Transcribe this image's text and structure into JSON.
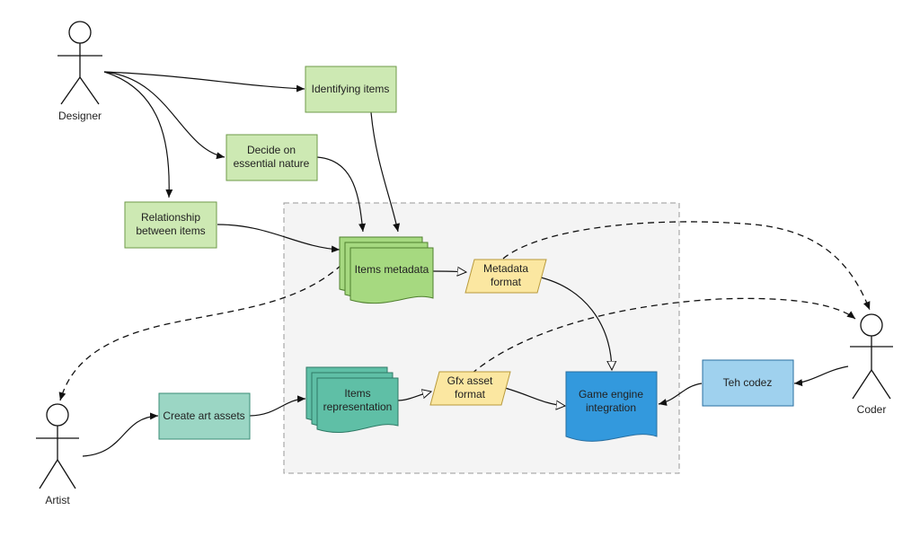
{
  "actors": {
    "designer": "Designer",
    "artist": "Artist",
    "coder": "Coder"
  },
  "boxes": {
    "identifying_items": [
      "Identifying items"
    ],
    "decide_nature": [
      "Decide on",
      "essential nature"
    ],
    "relationship": [
      "Relationship",
      "between items"
    ],
    "create_art": [
      "Create art assets"
    ],
    "teh_codez": [
      "Teh codez"
    ]
  },
  "documents": {
    "items_metadata": [
      "Items metadata"
    ],
    "items_representation": [
      "Items",
      "representation"
    ],
    "game_engine": [
      "Game engine",
      "integration"
    ]
  },
  "formats": {
    "metadata_format": [
      "Metadata",
      "format"
    ],
    "gfx_format": [
      "Gfx asset",
      "format"
    ]
  },
  "colors": {
    "light_green": "#cde9b3",
    "light_green_border": "#6f9a4a",
    "mid_green": "#a6d980",
    "teal_box": "#9bd6c4",
    "teal_doc": "#5fbfa6",
    "teal_border": "#3a8c76",
    "yellow": "#fbe7a1",
    "yellow_border": "#b89a3c",
    "blue_light": "#9fd1ee",
    "blue_dark": "#3399dd",
    "blue_border": "#2a6fa0",
    "container_fill": "#f4f4f4",
    "container_border": "#999999"
  }
}
